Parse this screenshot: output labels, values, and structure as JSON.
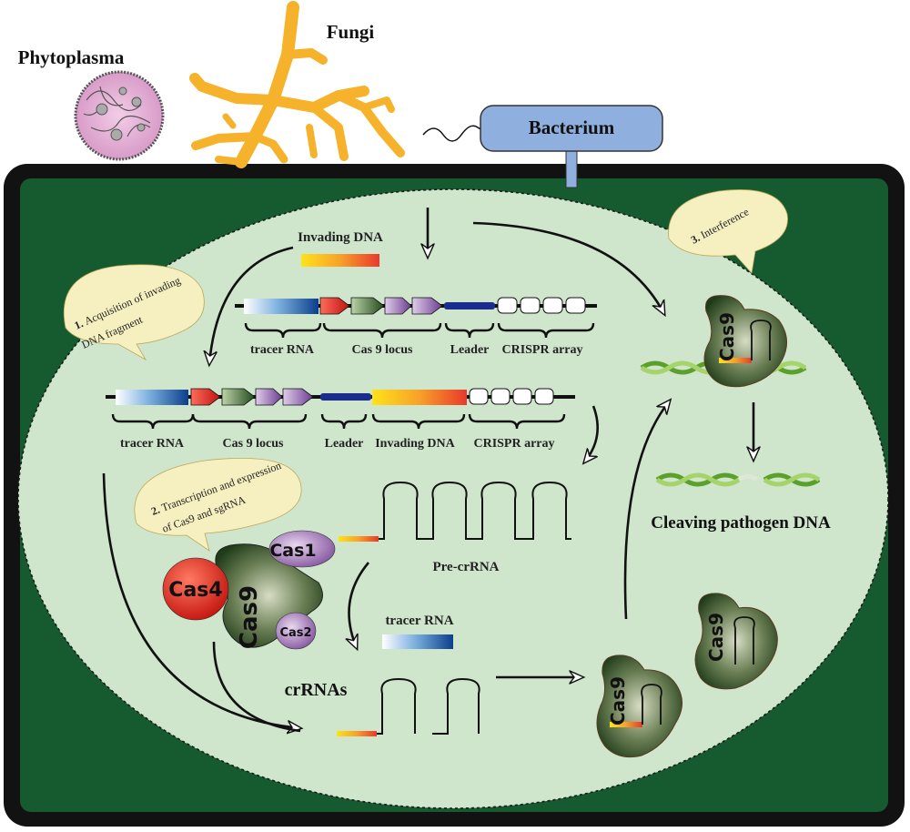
{
  "organisms": {
    "phytoplasma": "Phytoplasma",
    "fungi": "Fungi",
    "bacterium": "Bacterium"
  },
  "invading_dna": "Invading DNA",
  "locus_top": {
    "tracer_rna": "tracer RNA",
    "cas9_locus": "Cas 9 locus",
    "leader": "Leader",
    "crispr_array": "CRISPR array"
  },
  "locus_bottom": {
    "tracer_rna": "tracer RNA",
    "cas9_locus": "Cas 9 locus",
    "leader": "Leader",
    "invading_dna": "Invading DNA",
    "crispr_array": "CRISPR array"
  },
  "steps": {
    "step1_num": "1.",
    "step1_line1": "Acquisition of invading",
    "step1_line2": "DNA fragment",
    "step2_num": "2.",
    "step2_line1": "Transcription and expression",
    "step2_line2": "of Cas9 and sgRNA",
    "step3_num": "3.",
    "step3_line1": "Interference"
  },
  "proteins": {
    "cas1": "Cas1",
    "cas2": "Cas2",
    "cas4": "Cas4",
    "cas9": "Cas9"
  },
  "rna_labels": {
    "pre_crrna": "Pre-crRNA",
    "tracer_rna": "tracer RNA",
    "crrnas": "crRNAs"
  },
  "cleaving": "Cleaving pathogen DNA",
  "colors": {
    "cell_wall": "#121212",
    "cytoplasm": "#165a2f",
    "nucleus": "#cfe6cc",
    "bacterium": "#8fb0de",
    "fungi": "#f5b22a",
    "phytoplasma": "#e7b9da",
    "cas9": "#2a4a22",
    "cas1": "#9a6db3",
    "cas4": "#e0251c",
    "bubble": "#f6f0c0"
  }
}
